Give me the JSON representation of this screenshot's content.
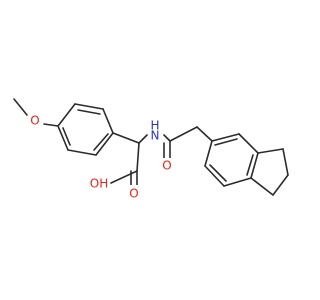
{
  "atoms": {
    "methoxy_o": "O",
    "amide_n": "N",
    "amide_h": "H",
    "amide_o": "O",
    "acid_oh": "OH",
    "acid_o": "O"
  },
  "colors": {
    "bond": "#2b2b2b",
    "oxygen": "#e8231a",
    "nitrogen": "#2a33d8"
  }
}
